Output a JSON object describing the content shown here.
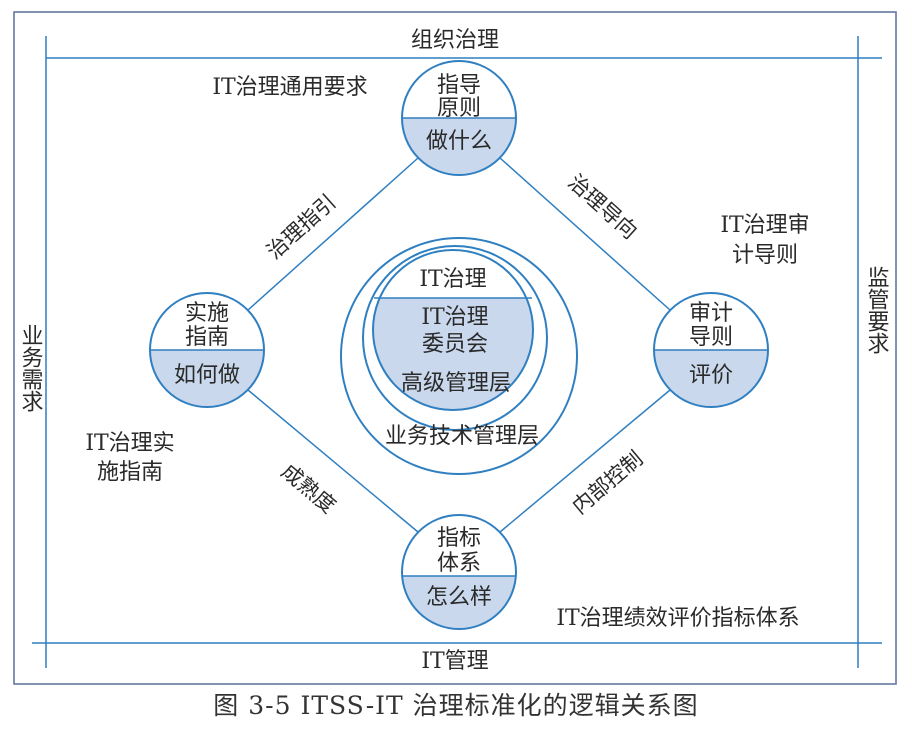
{
  "frame": {
    "top": "组织治理",
    "bottom": "IT管理",
    "left": "业务需求",
    "right": "监管要求"
  },
  "nodes": {
    "top": {
      "upper": [
        "指导",
        "原则"
      ],
      "lower": "做什么"
    },
    "left": {
      "upper": [
        "实施",
        "指南"
      ],
      "lower": "如何做"
    },
    "right": {
      "upper": [
        "审计",
        "导则"
      ],
      "lower": "评价"
    },
    "bottom": {
      "upper": [
        "指标",
        "体系"
      ],
      "lower": "怎么样"
    }
  },
  "edges": {
    "top_left": "治理指引",
    "top_right": "治理导向",
    "bottom_left": "成熟度",
    "bottom_right": "内部控制"
  },
  "annotations": {
    "top_left": "IT治理通用要求",
    "right": [
      "IT治理审",
      "计导则"
    ],
    "left": [
      "IT治理实",
      "施指南"
    ],
    "bottom_right": "IT治理绩效评价指标体系"
  },
  "center": {
    "inner_top": "IT治理",
    "inner_fill": [
      "IT治理",
      "委员会"
    ],
    "middle": "高级管理层",
    "outer": "业务技术管理层"
  },
  "caption": "图 3-5    ITSS-IT 治理标准化的逻辑关系图",
  "colors": {
    "stroke": "#2f7fc1",
    "fill": "#c9d8ec",
    "frame": "#5a6f9a"
  }
}
